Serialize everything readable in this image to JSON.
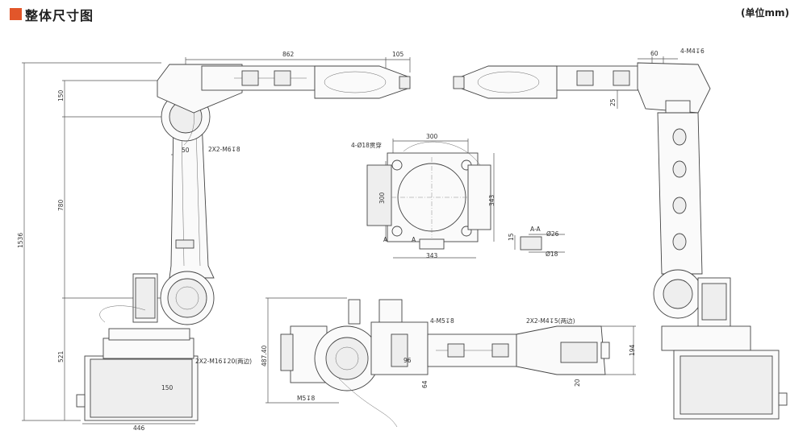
{
  "header": {
    "title": "整体尺寸图",
    "unit_note": "(单位mm)",
    "accent_color": "#e2562a"
  },
  "dims": {
    "d862": "862",
    "d105": "105",
    "d150": "150",
    "d780": "780",
    "d1536": "1536",
    "d521": "521",
    "d50": "50",
    "m6": "2X2-M6↧8",
    "m16": "2X2-M16↧20(两边)",
    "d150b": "150",
    "d446": "446",
    "d18hole": "4-Ø18贯穿",
    "d300a": "300",
    "d300b": "300",
    "d343a": "343",
    "d343b": "343",
    "secA1": "A",
    "secA2": "A",
    "aa": "A-A",
    "d26": "Ø26",
    "d18": "Ø18",
    "d15": "15",
    "d60": "60",
    "m4a": "4-M4↧6",
    "d25": "25",
    "d487": "487.40",
    "m5a": "4-M5↧8",
    "d96": "96",
    "d64": "64",
    "m5b": "M5↧8",
    "m4b": "2X2-M4↧5(两边)",
    "d194": "194",
    "d20": "20"
  }
}
